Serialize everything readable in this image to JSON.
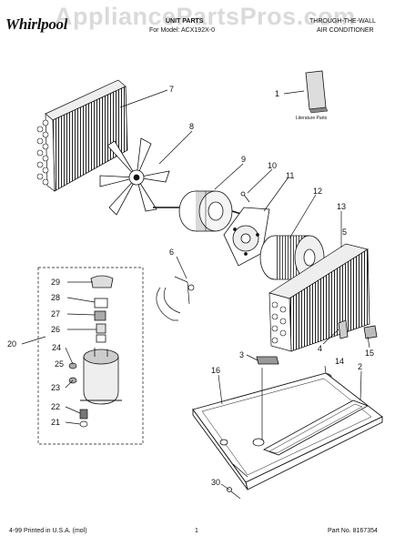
{
  "header": {
    "brand": "Whirlpool",
    "watermark": "AppliancePartsPros.com",
    "title": "UNIT PARTS",
    "model_line": "For Model: ACX192X-0",
    "product_line1": "THROUGH-THE-WALL",
    "product_line2": "AIR CONDITIONER"
  },
  "literature_label": "Literature Parts",
  "footer": {
    "left": "4-99 Printed in U.S.A. (mol)",
    "center": "1",
    "right": "Part No. 8167354"
  },
  "callouts": [
    "1",
    "2",
    "3",
    "4",
    "5",
    "6",
    "7",
    "8",
    "9",
    "10",
    "11",
    "12",
    "13",
    "14",
    "15",
    "16",
    "20",
    "21",
    "22",
    "23",
    "24",
    "25",
    "26",
    "27",
    "28",
    "29",
    "30"
  ],
  "colors": {
    "ink": "#111111",
    "watermark": "#969696"
  }
}
